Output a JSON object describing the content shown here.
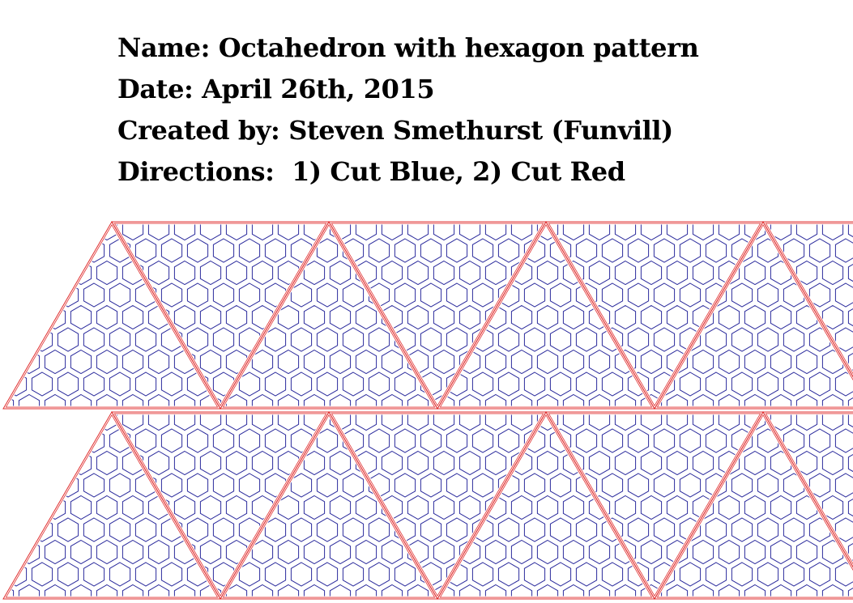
{
  "header": {
    "name_line": "Name: Octahedron with hexagon pattern",
    "date_line": "Date: April 26th, 2015",
    "created_line": "Created by: Steven Smethurst (Funvill)",
    "directions_line": "Directions:  1) Cut Blue, 2) Cut Red"
  },
  "colors": {
    "cut_blue": "#2a2a9c",
    "cut_red": "#e03030",
    "background": "#ffffff"
  },
  "pattern": {
    "strips": 2,
    "triangles_per_strip": 8
  }
}
